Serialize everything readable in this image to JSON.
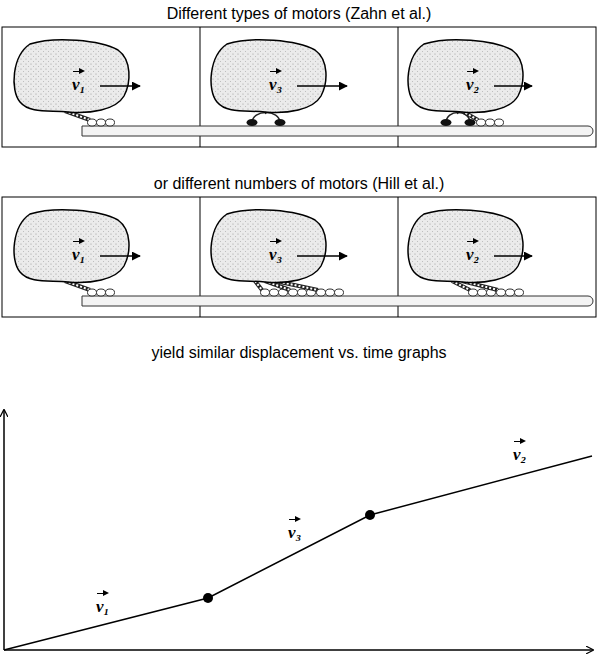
{
  "diagram": {
    "nodes": [
      {
        "text": [
          "v₁"
        ]
      },
      {
        "text": [
          "v₃"
        ]
      },
      {
        "text": [
          "v₂"
        ]
      },
      {
        "text": [
          "v₁"
        ]
      },
      {
        "text": [
          "v₃"
        ]
      },
      {
        "text": [
          "v₂"
        ]
      }
    ],
    "labels": [
      "Different types of motors (Zahn et al.)",
      "or different numbers of motors (Hill et al.)",
      "yield similar displacement vs. time graphs",
      "v₁",
      "v₃",
      "v₂"
    ]
  }
}
